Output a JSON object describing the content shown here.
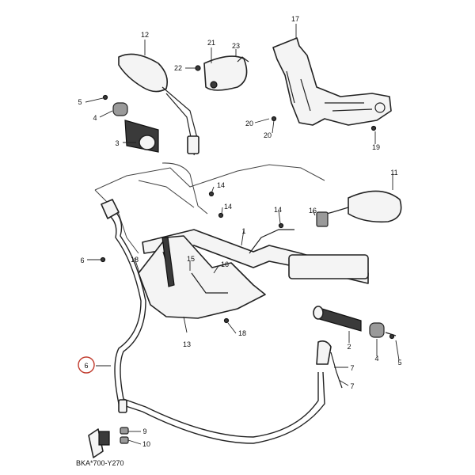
{
  "diagram": {
    "code": "BKA*700-Y270",
    "highlighted_callout": "6",
    "callouts": [
      "17",
      "12",
      "21",
      "23",
      "22",
      "5",
      "4",
      "3",
      "20",
      "20",
      "19",
      "14",
      "14",
      "11",
      "14",
      "16",
      "1",
      "6",
      "18",
      "15",
      "16",
      "13",
      "18",
      "2",
      "4",
      "5",
      "7",
      "7",
      "6",
      "9",
      "10"
    ]
  },
  "colors": {
    "line": "#222222",
    "highlight": "#c0392b",
    "background": "#ffffff"
  }
}
